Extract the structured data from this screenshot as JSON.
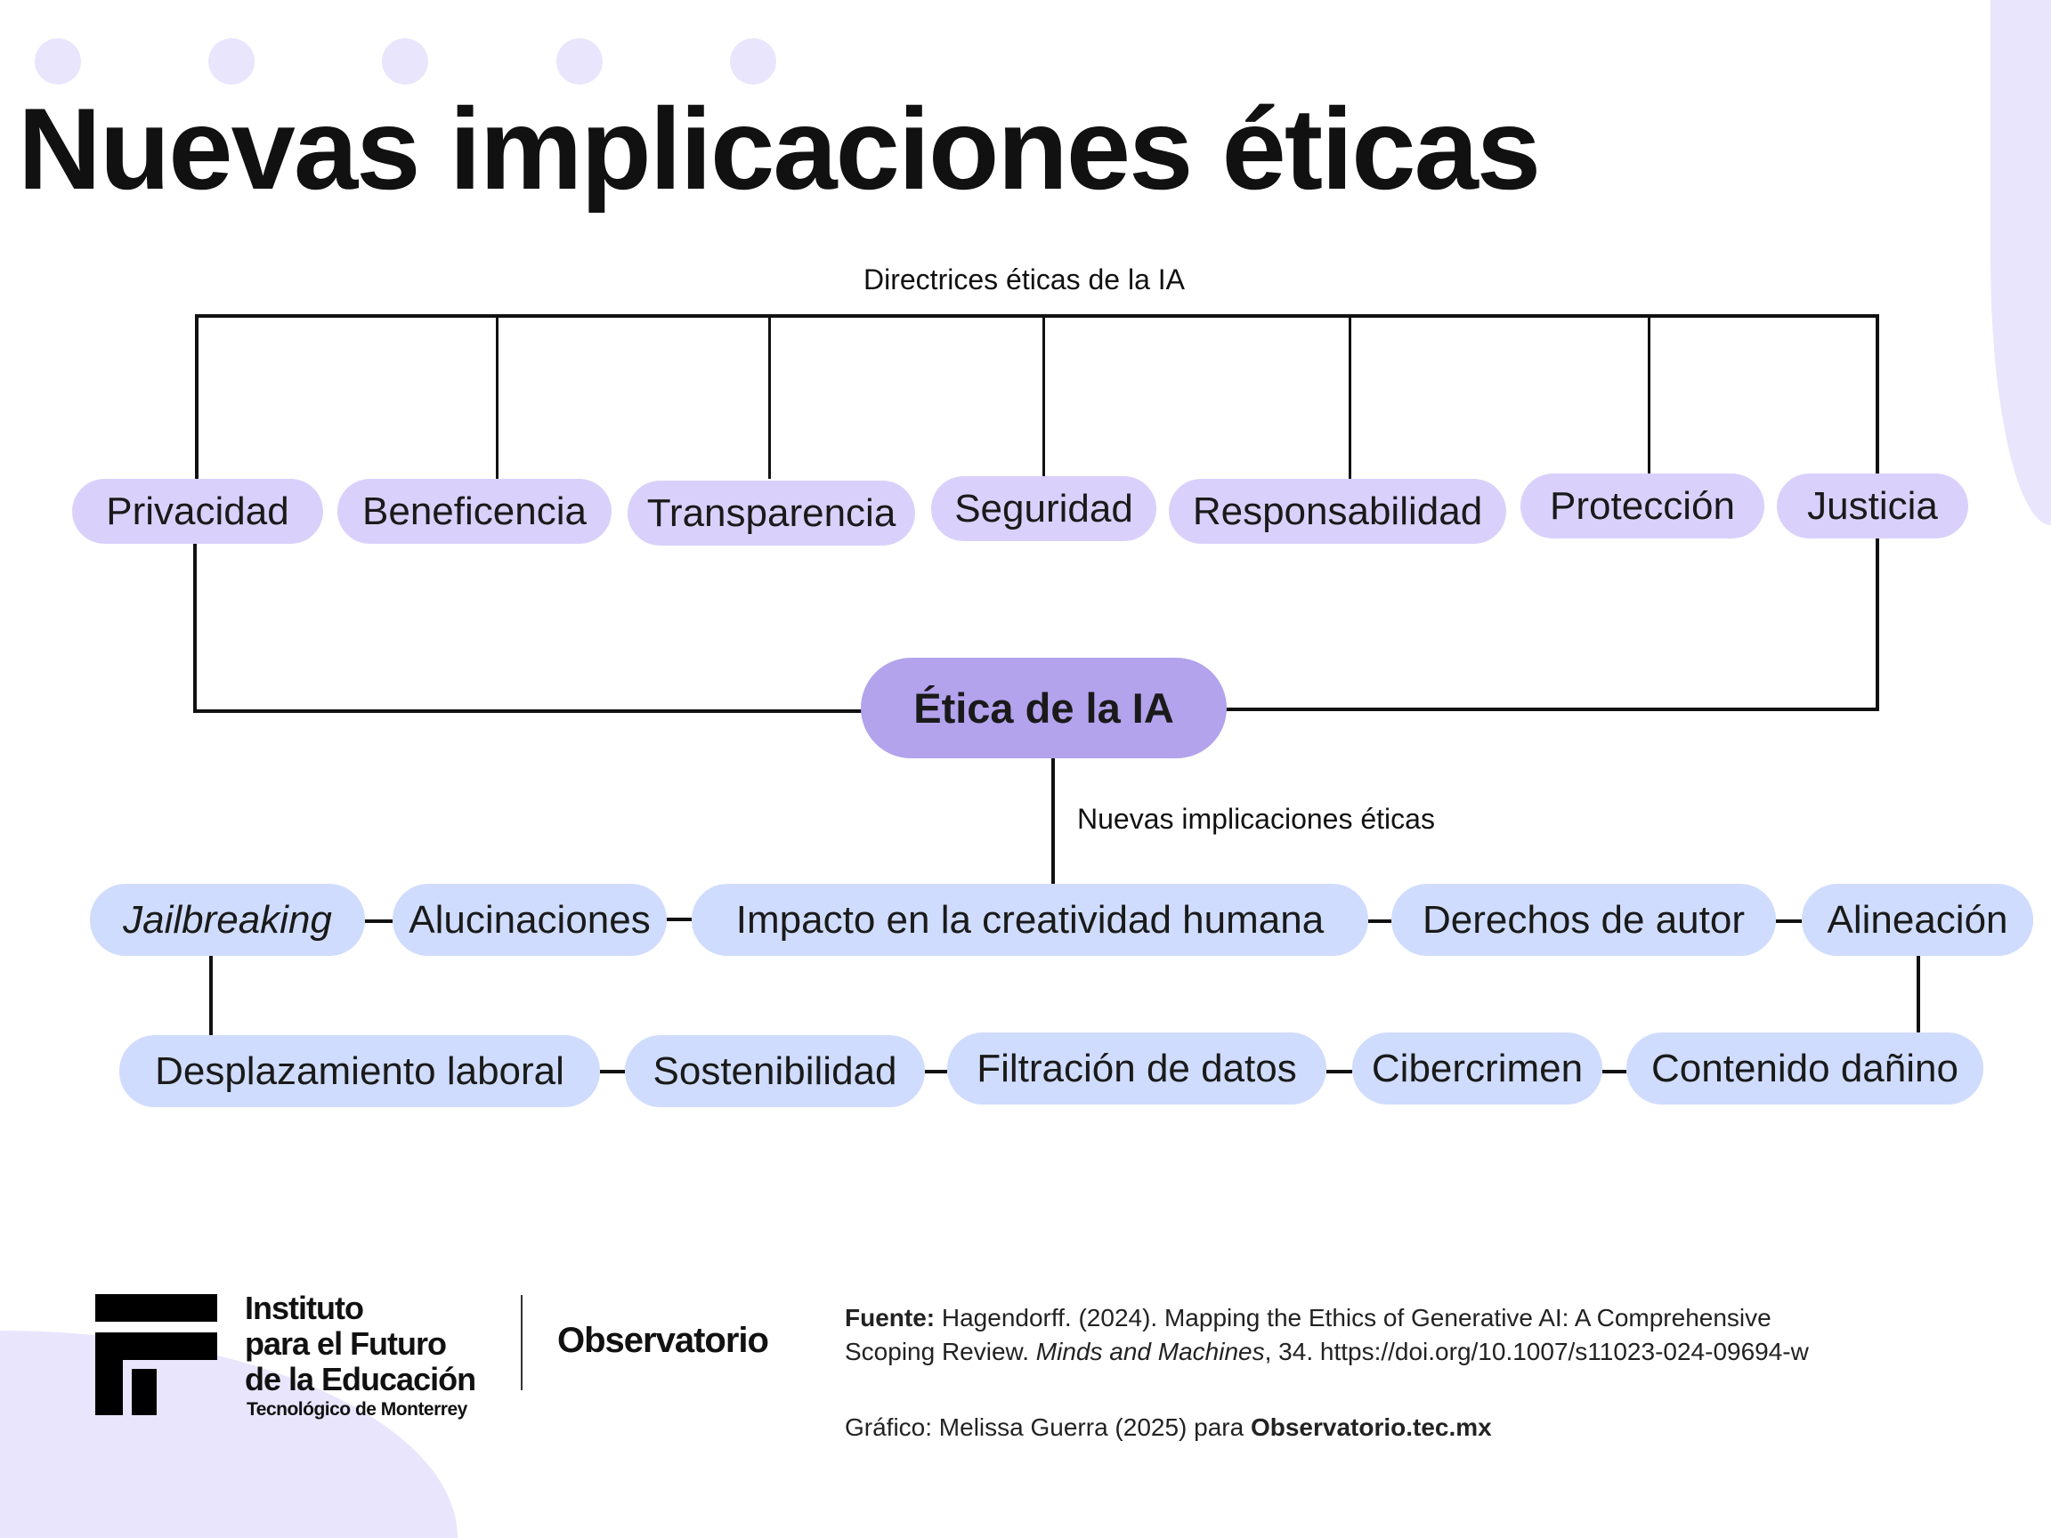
{
  "title": "Nuevas implicaciones éticas",
  "colors": {
    "top_pill": "#d9d1fb",
    "center_pill": "#b3a2ec",
    "bottom_pill": "#cfdcfd",
    "decor": "#e9e5fd"
  },
  "guidelines": {
    "label": "Directrices éticas de la IA",
    "items": [
      "Privacidad",
      "Beneficencia",
      "Transparencia",
      "Seguridad",
      "Responsabilidad",
      "Protección",
      "Justicia"
    ]
  },
  "center": {
    "label": "Ética de la IA"
  },
  "implications": {
    "label": "Nuevas implicaciones éticas",
    "row1": [
      "Jailbreaking",
      "Alucinaciones",
      "Impacto en la creatividad humana",
      "Derechos de autor",
      "Alineación"
    ],
    "row2": [
      "Desplazamiento laboral",
      "Sostenibilidad",
      "Filtración de datos",
      "Cibercrimen",
      "Contenido dañino"
    ]
  },
  "footer": {
    "logo_lines": [
      "Instituto",
      "para el Futuro",
      "de la Educación"
    ],
    "logo_sub": "Tecnológico de Monterrey",
    "observatorio": "Observatorio",
    "source_label": "Fuente:",
    "source_text1": "Hagendorff. (2024). Mapping the Ethics of Generative AI: A Comprehensive",
    "source_text2a": "Scoping Review. ",
    "source_journal": "Minds and Machines",
    "source_text2b": ", 34. https://doi.org/10.1007/s11023-024-09694-w",
    "credit": "Gráfico: Melissa Guerra (2025) para ",
    "credit_site": "Observatorio.tec.mx"
  }
}
